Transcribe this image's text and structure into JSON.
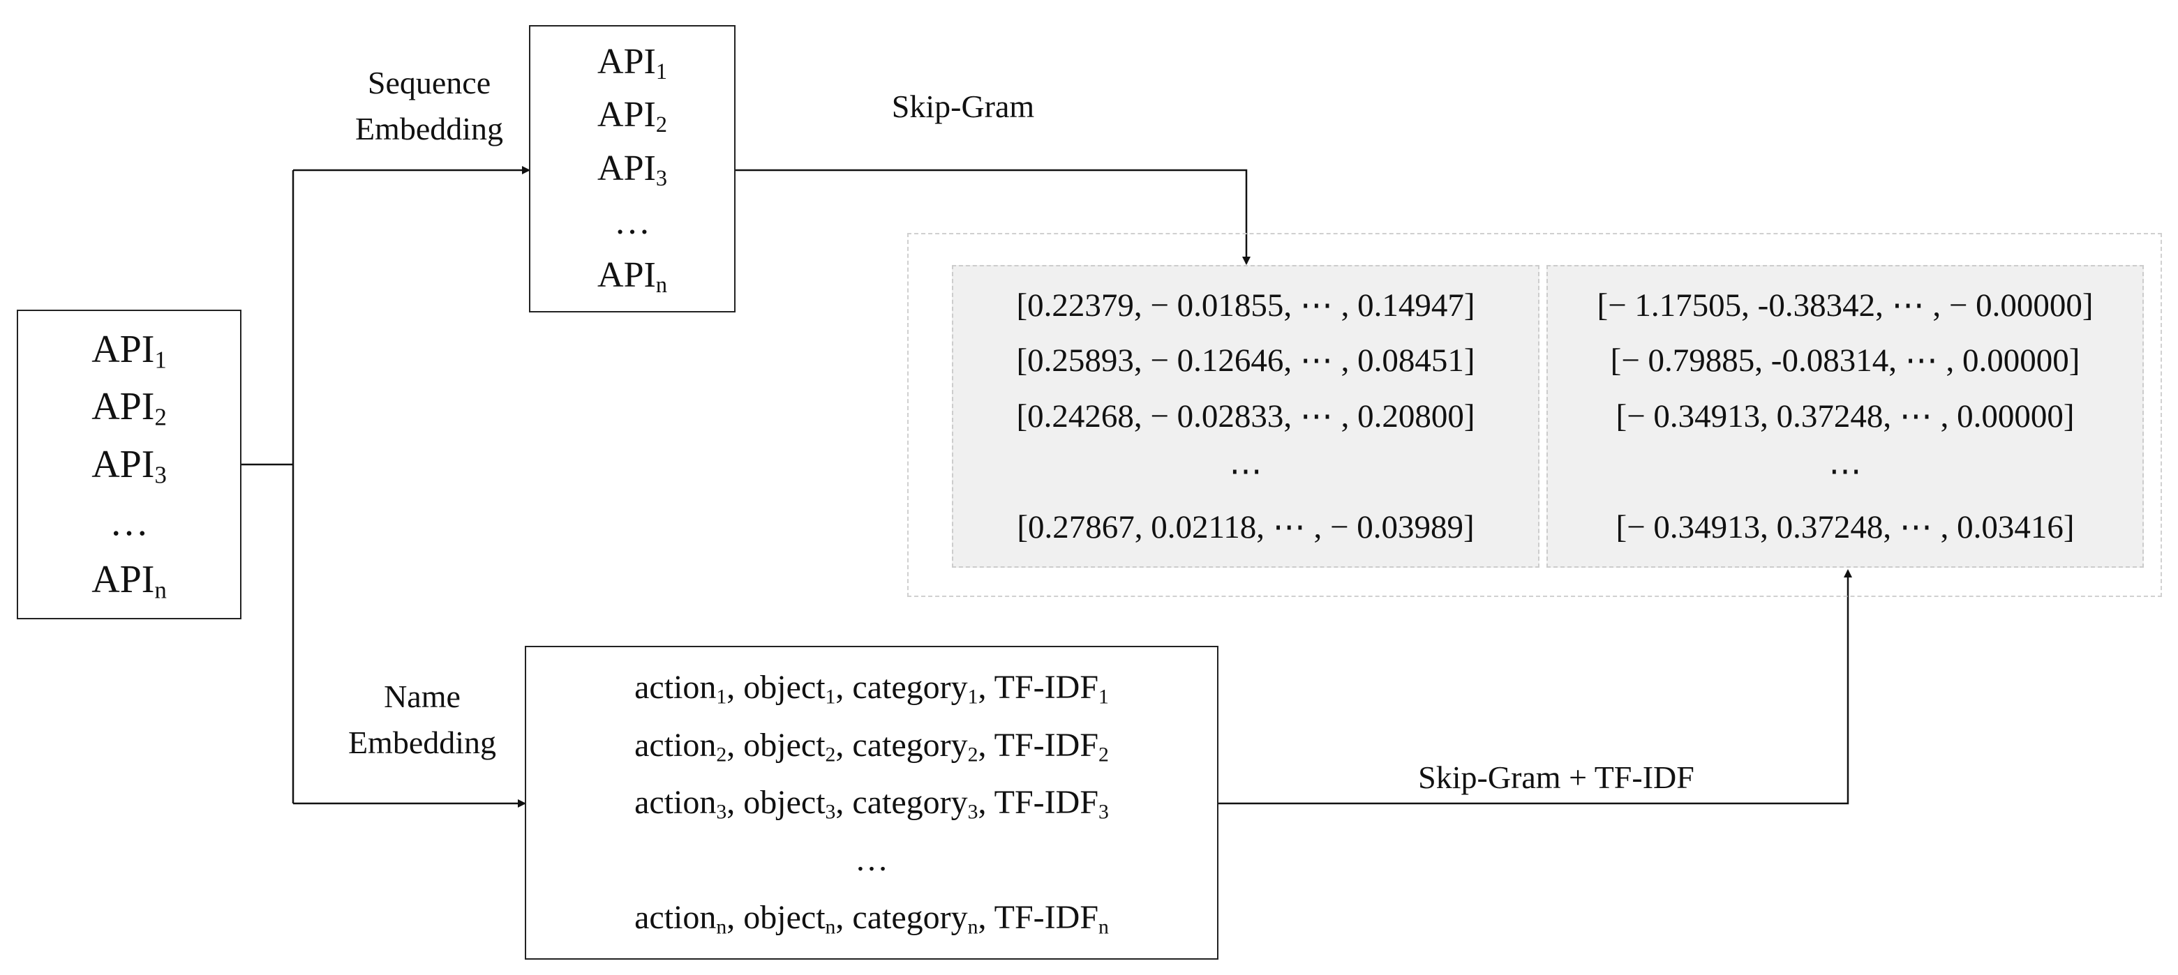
{
  "input_box": {
    "items": [
      {
        "base": "API",
        "sub": "1"
      },
      {
        "base": "API",
        "sub": "2"
      },
      {
        "base": "API",
        "sub": "3"
      },
      {
        "base": "…",
        "sub": ""
      },
      {
        "base": "API",
        "sub": "n"
      }
    ]
  },
  "sequence_box": {
    "items": [
      {
        "base": "API",
        "sub": "1"
      },
      {
        "base": "API",
        "sub": "2"
      },
      {
        "base": "API",
        "sub": "3"
      },
      {
        "base": "…",
        "sub": ""
      },
      {
        "base": "API",
        "sub": "n"
      }
    ]
  },
  "name_box": {
    "rows": [
      {
        "parts": [
          {
            "t": "action",
            "s": "1"
          },
          {
            "t": ", object",
            "s": "1"
          },
          {
            "t": ", category",
            "s": "1"
          },
          {
            "t": ", TF-IDF",
            "s": "1"
          }
        ]
      },
      {
        "parts": [
          {
            "t": "action",
            "s": "2"
          },
          {
            "t": ", object",
            "s": "2"
          },
          {
            "t": ", category",
            "s": "2"
          },
          {
            "t": ", TF-IDF",
            "s": "2"
          }
        ]
      },
      {
        "parts": [
          {
            "t": "action",
            "s": "3"
          },
          {
            "t": ", object",
            "s": "3"
          },
          {
            "t": ", category",
            "s": "3"
          },
          {
            "t": ", TF-IDF",
            "s": "3"
          }
        ]
      },
      {
        "parts": [
          {
            "t": "…",
            "s": ""
          }
        ]
      },
      {
        "parts": [
          {
            "t": "action",
            "s": "n"
          },
          {
            "t": ", object",
            "s": "n"
          },
          {
            "t": ", category",
            "s": "n"
          },
          {
            "t": ", TF-IDF",
            "s": "n"
          }
        ]
      }
    ]
  },
  "labels": {
    "sequence_embedding": [
      "Sequence",
      "Embedding"
    ],
    "name_embedding": [
      "Name",
      "Embedding"
    ],
    "skip_gram": "Skip-Gram",
    "skip_gram_tfidf": "Skip-Gram + TF-IDF"
  },
  "vectors_left": [
    "[0.22379, − 0.01855, ⋯ , 0.14947]",
    "[0.25893, − 0.12646, ⋯ , 0.08451]",
    "[0.24268, − 0.02833, ⋯ , 0.20800]",
    "⋯",
    "[0.27867, 0.02118, ⋯ , − 0.03989]"
  ],
  "vectors_right": [
    "[− 1.17505, -0.38342, ⋯ , − 0.00000]",
    "[− 0.79885, -0.08314, ⋯ , 0.00000]",
    "[− 0.34913, 0.37248, ⋯ , 0.00000]",
    "⋯",
    "[− 0.34913, 0.37248, ⋯ , 0.03416]"
  ]
}
